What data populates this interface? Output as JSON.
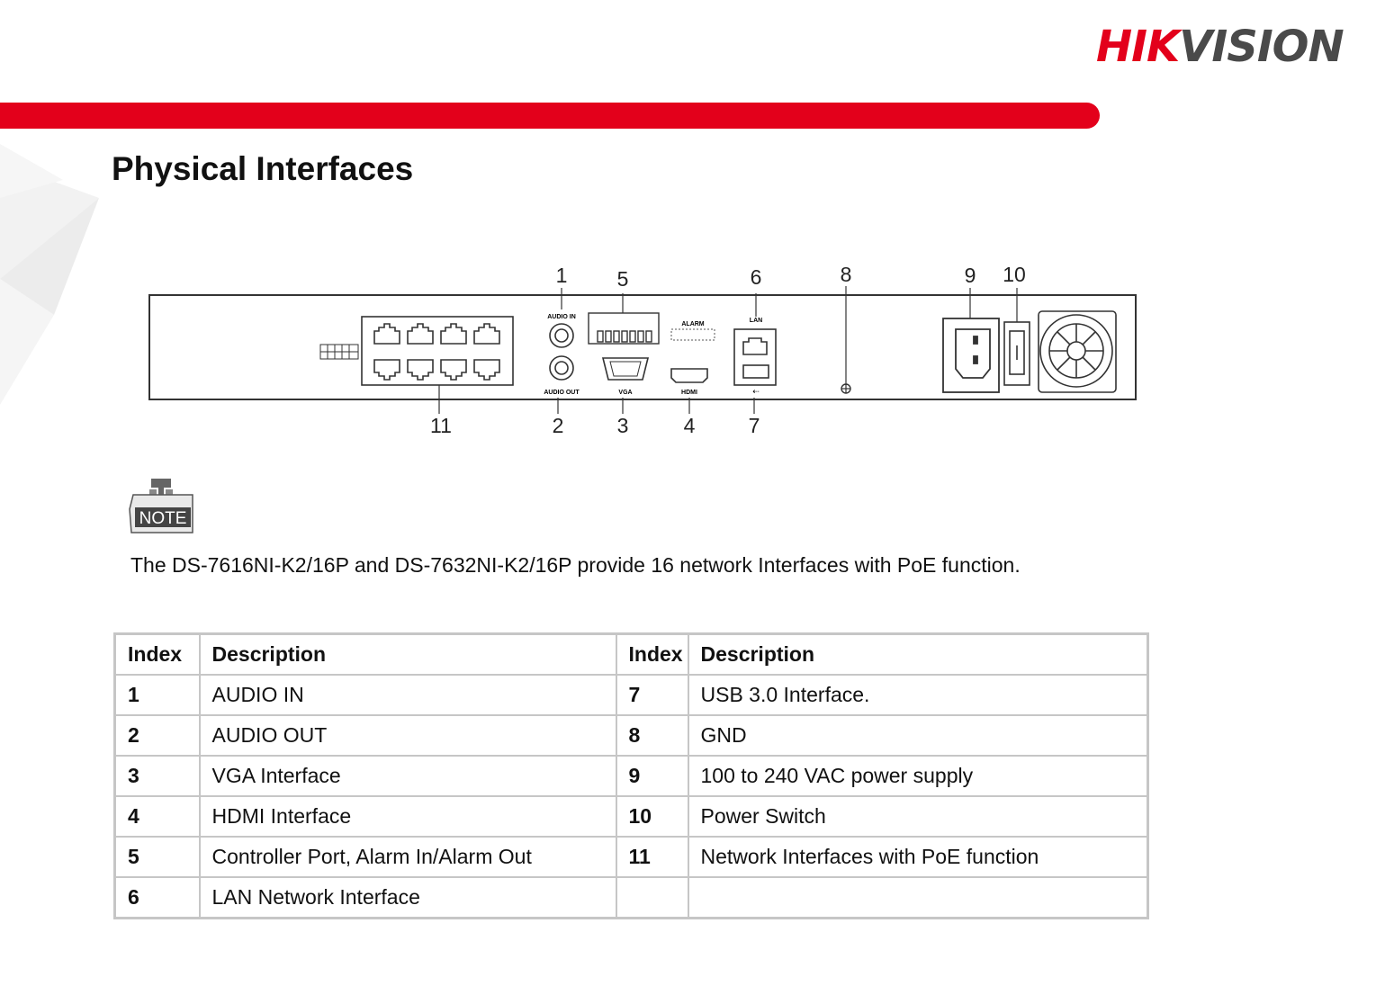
{
  "brand": {
    "logo_part1": "HIK",
    "logo_part2": "VISION"
  },
  "page": {
    "title": "Physical Interfaces"
  },
  "diagram": {
    "callouts": [
      "1",
      "2",
      "3",
      "4",
      "5",
      "6",
      "7",
      "8",
      "9",
      "10",
      "11"
    ],
    "port_labels": {
      "audio_in": "AUDIO IN",
      "audio_out": "AUDIO OUT",
      "vga": "VGA",
      "hdmi": "HDMI",
      "alarm": "ALARM",
      "lan": "LAN"
    }
  },
  "note": {
    "icon_label": "NOTE",
    "text": "The DS-7616NI-K2/16P and DS-7632NI-K2/16P provide 16 network Interfaces with PoE function."
  },
  "table": {
    "headers": [
      "Index",
      "Description",
      "Index",
      "Description"
    ],
    "rows": [
      [
        "1",
        "AUDIO IN",
        "7",
        "USB 3.0 Interface."
      ],
      [
        "2",
        "AUDIO OUT",
        "8",
        "GND"
      ],
      [
        "3",
        "VGA Interface",
        "9",
        "100 to 240 VAC power supply"
      ],
      [
        "4",
        "HDMI Interface",
        "10",
        "Power Switch"
      ],
      [
        "5",
        "Controller Port, Alarm In/Alarm Out",
        "11",
        "Network Interfaces with PoE function"
      ],
      [
        "6",
        "LAN Network Interface",
        "",
        ""
      ]
    ]
  },
  "colors": {
    "brand_red": "#e3001b",
    "logo_grey": "#4a4a4a",
    "table_border": "#c6c6c6"
  }
}
